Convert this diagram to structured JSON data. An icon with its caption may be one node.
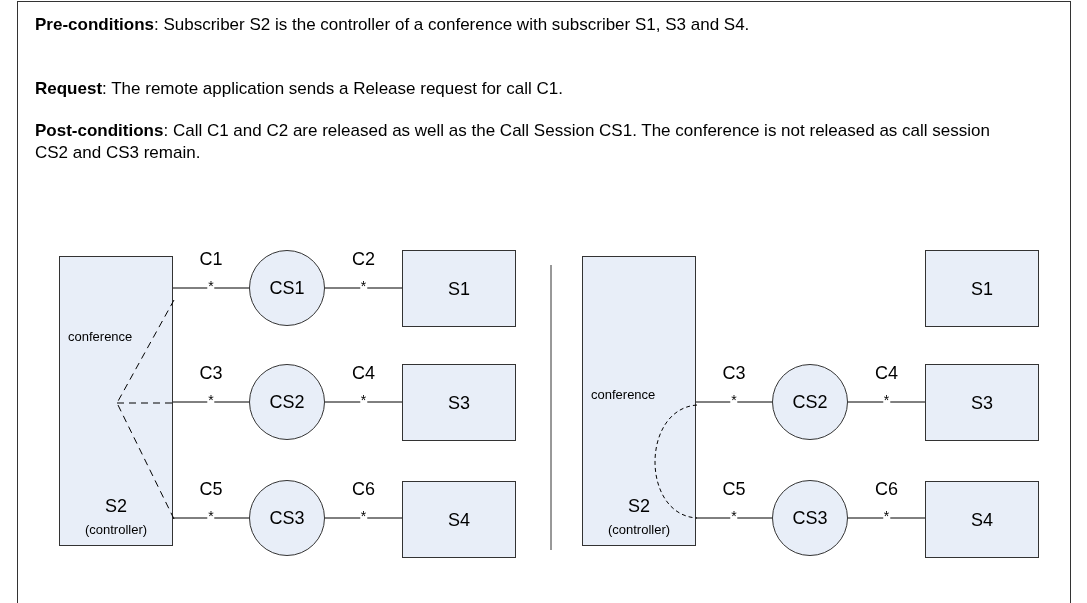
{
  "diagram": {
    "nodes": [
      {
        "text": [
          "conference",
          "S2",
          "(controller)"
        ]
      },
      {
        "text": [
          "CS1"
        ]
      },
      {
        "text": [
          "S1"
        ]
      },
      {
        "text": [
          "CS2"
        ]
      },
      {
        "text": [
          "S3"
        ]
      },
      {
        "text": [
          "CS3"
        ]
      },
      {
        "text": [
          "S4"
        ]
      },
      {
        "text": [
          "conference",
          "S2",
          "(controller)"
        ]
      },
      {
        "text": [
          "S1"
        ]
      },
      {
        "text": [
          "CS2"
        ]
      },
      {
        "text": [
          "S3"
        ]
      },
      {
        "text": [
          "CS3"
        ]
      },
      {
        "text": [
          "S4"
        ]
      }
    ],
    "edges": [
      {
        "from": 0,
        "to": 1,
        "arrow": "none",
        "label": "C1"
      },
      {
        "from": 1,
        "to": 2,
        "arrow": "none",
        "label": "C2"
      },
      {
        "from": 0,
        "to": 3,
        "arrow": "none",
        "label": "C3"
      },
      {
        "from": 3,
        "to": 4,
        "arrow": "none",
        "label": "C4"
      },
      {
        "from": 0,
        "to": 5,
        "arrow": "none",
        "label": "C5"
      },
      {
        "from": 5,
        "to": 6,
        "arrow": "none",
        "label": "C6"
      },
      {
        "from": 7,
        "to": 9,
        "arrow": "none",
        "label": "C3"
      },
      {
        "from": 9,
        "to": 10,
        "arrow": "none",
        "label": "C4"
      },
      {
        "from": 7,
        "to": 11,
        "arrow": "none",
        "label": "C5"
      },
      {
        "from": 11,
        "to": 12,
        "arrow": "none",
        "label": "C6"
      }
    ],
    "labels": [
      "**Pre-conditions**:  Subscriber S2 is the controller of a conference with subscriber S1, S3 and S4.",
      "**Request**:  The remote application sends a Release request for call C1.",
      "**Post-conditions**:  Call C1 and C2 are released as well as the Call Session CS1.  The conference is not released as call session CS2 and CS3 remain.",
      "*",
      "*",
      "*",
      "*",
      "*",
      "*",
      "*",
      "*",
      "*",
      "*"
    ]
  }
}
